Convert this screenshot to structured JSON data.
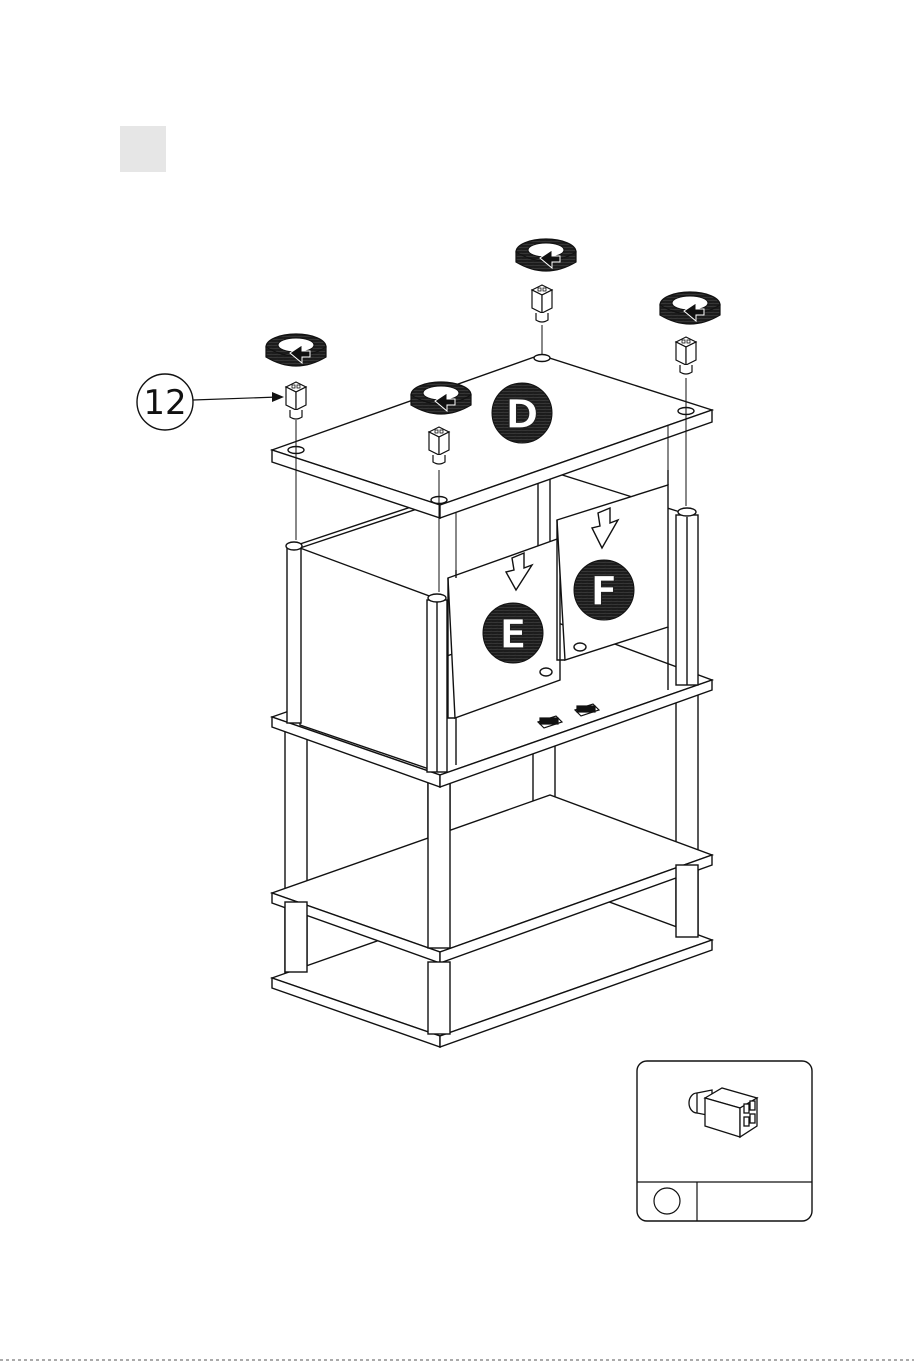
{
  "step": {
    "number": ""
  },
  "callout": {
    "part_number": "12"
  },
  "panels": {
    "top": "D",
    "left_door": "E",
    "right_door": "F"
  },
  "parts_box": {
    "count": "",
    "qty_text": ""
  },
  "icons": {
    "rotate": "rotate-arrow-icon",
    "connector": "connector-icon",
    "slide_down": "down-arrow-icon"
  }
}
